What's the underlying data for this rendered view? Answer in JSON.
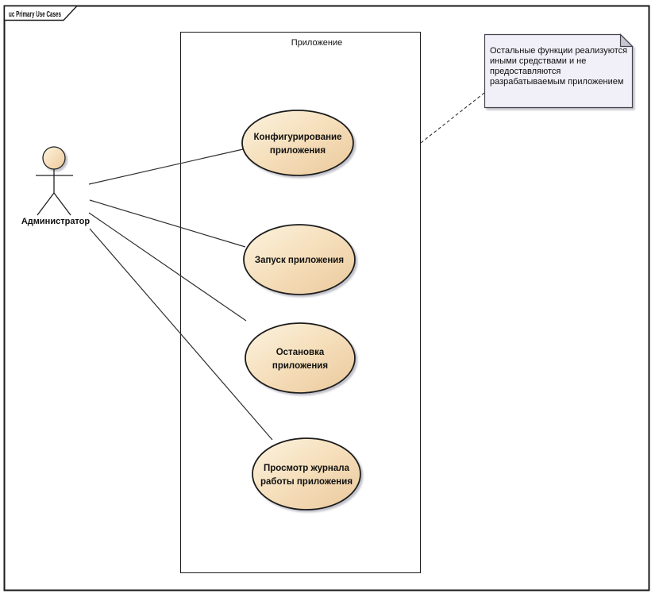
{
  "frame": {
    "label": "uc Primary Use Cases"
  },
  "boundary": {
    "label": "Приложение"
  },
  "actor": {
    "label": "Администратор"
  },
  "use_cases": [
    {
      "id": "configure-application",
      "line1": "Конфигурирование",
      "line2": "приложения"
    },
    {
      "id": "start-application",
      "line1": "Запуск приложения",
      "line2": ""
    },
    {
      "id": "stop-application",
      "line1": "Остановка",
      "line2": "приложения"
    },
    {
      "id": "view-application-log",
      "line1": "Просмотр журнала",
      "line2": "работы приложения"
    }
  ],
  "note": {
    "lines": [
      "Остальные функции реализуются",
      "иными средствами и не",
      "предоставляются",
      "разрабатываемым приложением"
    ]
  },
  "colors": {
    "background": "#ffffff",
    "use_case_fill_top": "#fcf3df",
    "use_case_fill_mid": "#f5deba",
    "use_case_fill_bottom": "#ebc99d",
    "shape_stroke": "#1a1a1a",
    "note_fill": "#f1eff7",
    "note_fold": "#c9c5d2",
    "note_stroke": "#44444c",
    "connector": "#2f2f2f",
    "shadow": "#8f8fa0"
  }
}
